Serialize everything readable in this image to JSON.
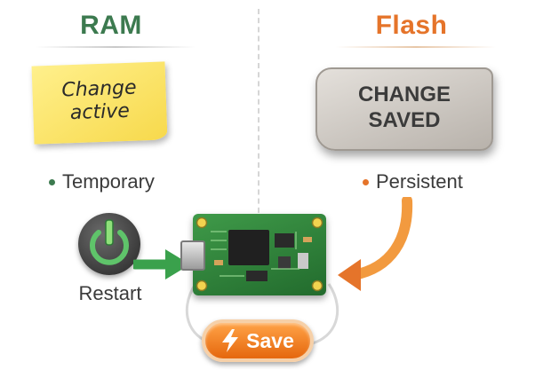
{
  "ram": {
    "title": "RAM",
    "note": "Change active",
    "bullet": "Temporary",
    "action": "Restart"
  },
  "flash": {
    "title": "Flash",
    "stone": "CHANGE SAVED",
    "bullet": "Persistent"
  },
  "save_button": {
    "label": "Save"
  },
  "colors": {
    "ram": "#3c7a4f",
    "flash": "#e5742a",
    "note": "#fbe36a",
    "stone": "#cfcac4",
    "board": "#2e7f38",
    "power_ring": "#37a94b"
  },
  "icons": {
    "power": "power-button-icon",
    "board": "circuit-board-icon",
    "save": "lightning-bolt-icon"
  }
}
